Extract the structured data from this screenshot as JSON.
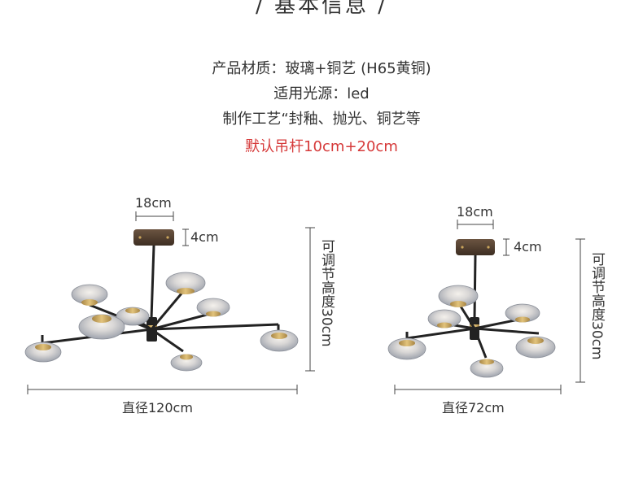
{
  "section": {
    "heading": "/ 基本信息 /"
  },
  "specs": {
    "material": "产品材质：玻璃+铜艺 (H65黄铜)",
    "light_source": "适用光源：led",
    "process": "制作工艺“封釉、抛光、铜艺等",
    "rod_note": "默认吊杆10cm+20cm"
  },
  "left_product": {
    "canopy_width": "18cm",
    "canopy_height": "4cm",
    "adjustable_height": "可调节高度30cm",
    "diameter": "直径120cm"
  },
  "right_product": {
    "canopy_width": "18cm",
    "canopy_height": "4cm",
    "adjustable_height": "可调节高度30cm",
    "diameter": "直径72cm"
  },
  "colors": {
    "accent_red": "#d63a3a",
    "metal_dark": "#2b2b2b",
    "brass": "#c9a45c",
    "canopy": "#5a4636",
    "glass": "#c9ccd3"
  }
}
